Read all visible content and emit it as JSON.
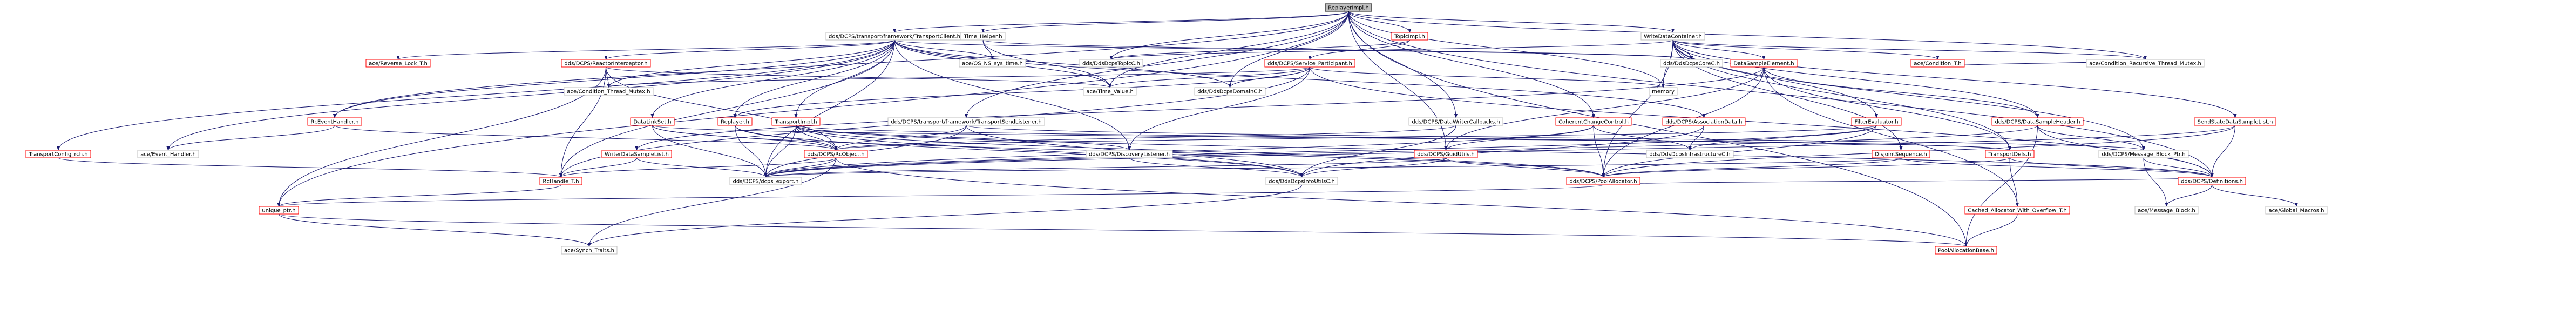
{
  "nodes": [
    {
      "id": "replayerimpl_h",
      "label": "ReplayerImpl.h",
      "style": "root"
    },
    {
      "id": "transportclient_h",
      "label": "dds/DCPS/transport/framework/TransportClient.h",
      "style": "plain"
    },
    {
      "id": "time_helper_h",
      "label": "Time_Helper.h",
      "style": "plain"
    },
    {
      "id": "topicimpl_h",
      "label": "TopicImpl.h",
      "style": "red"
    },
    {
      "id": "writedatacontainer_h",
      "label": "WriteDataContainer.h",
      "style": "plain"
    },
    {
      "id": "reverse_lock_t_h",
      "label": "ace/Reverse_Lock_T.h",
      "style": "red"
    },
    {
      "id": "reactorinterceptor_h",
      "label": "dds/DCPS/ReactorInterceptor.h",
      "style": "red"
    },
    {
      "id": "os_ns_sys_time_h",
      "label": "ace/OS_NS_sys_time.h",
      "style": "plain"
    },
    {
      "id": "ddsdcpstopicc_h",
      "label": "dds/DdsDcpsTopicC.h",
      "style": "plain"
    },
    {
      "id": "service_participant_h",
      "label": "dds/DCPS/Service_Participant.h",
      "style": "red"
    },
    {
      "id": "ddsdcpscorec_h",
      "label": "dds/DdsDcpsCoreC.h",
      "style": "plain"
    },
    {
      "id": "datasampleelement_h",
      "label": "DataSampleElement.h",
      "style": "red"
    },
    {
      "id": "ace_condition_t_h",
      "label": "ace/Condition_T.h",
      "style": "red"
    },
    {
      "id": "cond_recursive_thread_mutex_h",
      "label": "ace/Condition_Recursive_Thread_Mutex.h",
      "style": "plain"
    },
    {
      "id": "transportconfig_rch_h",
      "label": "TransportConfig_rch.h",
      "style": "red"
    },
    {
      "id": "rceventhandler_h",
      "label": "RcEventHandler.h",
      "style": "red"
    },
    {
      "id": "condition_thread_mutex_h",
      "label": "ace/Condition_Thread_Mutex.h",
      "style": "plain"
    },
    {
      "id": "datalinkset_h",
      "label": "DataLinkSet.h",
      "style": "red"
    },
    {
      "id": "replayer_h",
      "label": "Replayer.h",
      "style": "red"
    },
    {
      "id": "transportimpl_h",
      "label": "TransportImpl.h",
      "style": "red"
    },
    {
      "id": "transportsendlistener_h",
      "label": "dds/DCPS/transport/framework/TransportSendListener.h",
      "style": "plain"
    },
    {
      "id": "ddsdcpsdomainc_h",
      "label": "dds/DdsDcpsDomainC.h",
      "style": "plain"
    },
    {
      "id": "time_value_h",
      "label": "ace/Time_Value.h",
      "style": "plain"
    },
    {
      "id": "datawritercallbacks_h",
      "label": "dds/DCPS/DataWriterCallbacks.h",
      "style": "plain"
    },
    {
      "id": "coherentchangecontrol_h",
      "label": "CoherentChangeControl.h",
      "style": "red"
    },
    {
      "id": "associationdata_h",
      "label": "dds/DCPS/AssociationData.h",
      "style": "red"
    },
    {
      "id": "memory",
      "label": "memory",
      "style": "plain"
    },
    {
      "id": "filterevaluator_h",
      "label": "FilterEvaluator.h",
      "style": "red"
    },
    {
      "id": "datasampleheader_h",
      "label": "dds/DCPS/DataSampleHeader.h",
      "style": "red"
    },
    {
      "id": "sendstatedatasamplelist_h",
      "label": "SendStateDataSampleList.h",
      "style": "red"
    },
    {
      "id": "event_handler_h",
      "label": "ace/Event_Handler.h",
      "style": "plain"
    },
    {
      "id": "writerdatasamplelist_h",
      "label": "WriterDataSampleList.h",
      "style": "red"
    },
    {
      "id": "rcobject_h",
      "label": "dds/DCPS/RcObject.h",
      "style": "red"
    },
    {
      "id": "discoverylistener_h",
      "label": "dds/DCPS/DiscoveryListener.h",
      "style": "plain"
    },
    {
      "id": "guidutils_h",
      "label": "dds/DCPS/GuidUtils.h",
      "style": "red"
    },
    {
      "id": "ddsdcpsinfrastructurec_h",
      "label": "dds/DdsDcpsInfrastructureC.h",
      "style": "plain"
    },
    {
      "id": "disjointsequence_h",
      "label": "DisjointSequence.h",
      "style": "red"
    },
    {
      "id": "transportdefs_h",
      "label": "TransportDefs.h",
      "style": "red"
    },
    {
      "id": "message_block_ptr_h",
      "label": "dds/DCPS/Message_Block_Ptr.h",
      "style": "plain"
    },
    {
      "id": "rchandle_t_h",
      "label": "RcHandle_T.h",
      "style": "red"
    },
    {
      "id": "dcps_export_h",
      "label": "dds/DCPS/dcps_export.h",
      "style": "plain"
    },
    {
      "id": "ddsdcpsinfoutilsc_h",
      "label": "dds/DdsDcpsInfoUtilsC.h",
      "style": "plain"
    },
    {
      "id": "poolallocator_h",
      "label": "dds/DCPS/PoolAllocator.h",
      "style": "red"
    },
    {
      "id": "definitions_h",
      "label": "dds/DCPS/Definitions.h",
      "style": "red"
    },
    {
      "id": "unique_ptr_h",
      "label": "unique_ptr.h",
      "style": "red"
    },
    {
      "id": "cached_allocator_h",
      "label": "Cached_Allocator_With_Overflow_T.h",
      "style": "red"
    },
    {
      "id": "message_block_h",
      "label": "ace/Message_Block.h",
      "style": "plain"
    },
    {
      "id": "global_macros_h",
      "label": "ace/Global_Macros.h",
      "style": "plain"
    },
    {
      "id": "synch_traits_h",
      "label": "ace/Synch_Traits.h",
      "style": "plain"
    },
    {
      "id": "poolallocationbase_h",
      "label": "PoolAllocationBase.h",
      "style": "red"
    }
  ],
  "edges": [
    [
      "replayerimpl_h",
      "transportclient_h"
    ],
    [
      "replayerimpl_h",
      "time_helper_h"
    ],
    [
      "replayerimpl_h",
      "topicimpl_h"
    ],
    [
      "replayerimpl_h",
      "writedatacontainer_h"
    ],
    [
      "replayerimpl_h",
      "ddsdcpstopicc_h"
    ],
    [
      "replayerimpl_h",
      "ddsdcpsdomainc_h"
    ],
    [
      "replayerimpl_h",
      "time_value_h"
    ],
    [
      "replayerimpl_h",
      "datawritercallbacks_h"
    ],
    [
      "replayerimpl_h",
      "coherentchangecontrol_h"
    ],
    [
      "replayerimpl_h",
      "memory"
    ],
    [
      "replayerimpl_h",
      "cond_recursive_thread_mutex_h"
    ],
    [
      "replayerimpl_h",
      "transportsendlistener_h"
    ],
    [
      "replayerimpl_h",
      "guidutils_h"
    ],
    [
      "replayerimpl_h",
      "unique_ptr_h"
    ],
    [
      "replayerimpl_h",
      "definitions_h"
    ],
    [
      "replayerimpl_h",
      "poolallocationbase_h"
    ],
    [
      "replayerimpl_h",
      "rceventhandler_h"
    ],
    [
      "transportclient_h",
      "reverse_lock_t_h"
    ],
    [
      "transportclient_h",
      "reactorinterceptor_h"
    ],
    [
      "transportclient_h",
      "transportconfig_rch_h"
    ],
    [
      "transportclient_h",
      "rceventhandler_h"
    ],
    [
      "transportclient_h",
      "datalinkset_h"
    ],
    [
      "transportclient_h",
      "replayer_h"
    ],
    [
      "transportclient_h",
      "transportimpl_h"
    ],
    [
      "transportclient_h",
      "time_value_h"
    ],
    [
      "transportclient_h",
      "event_handler_h"
    ],
    [
      "transportclient_h",
      "associationdata_h"
    ],
    [
      "transportclient_h",
      "ddsdcpsdomainc_h"
    ],
    [
      "transportclient_h",
      "condition_thread_mutex_h"
    ],
    [
      "transportclient_h",
      "os_ns_sys_time_h"
    ],
    [
      "transportclient_h",
      "discoverylistener_h"
    ],
    [
      "transportclient_h",
      "ddsdcpscorec_h"
    ],
    [
      "transportclient_h",
      "rchandle_t_h"
    ],
    [
      "transportclient_h",
      "dcps_export_h"
    ],
    [
      "time_helper_h",
      "os_ns_sys_time_h"
    ],
    [
      "time_helper_h",
      "ddsdcpscorec_h"
    ],
    [
      "time_helper_h",
      "time_value_h"
    ],
    [
      "topicimpl_h",
      "ddsdcpstopicc_h"
    ],
    [
      "topicimpl_h",
      "service_participant_h"
    ],
    [
      "writedatacontainer_h",
      "datasampleelement_h"
    ],
    [
      "writedatacontainer_h",
      "ace_condition_t_h"
    ],
    [
      "writedatacontainer_h",
      "cond_recursive_thread_mutex_h"
    ],
    [
      "writedatacontainer_h",
      "ddsdcpscorec_h"
    ],
    [
      "writedatacontainer_h",
      "memory"
    ],
    [
      "writedatacontainer_h",
      "disjointsequence_h"
    ],
    [
      "writedatacontainer_h",
      "datasampleheader_h"
    ],
    [
      "writedatacontainer_h",
      "sendstatedatasamplelist_h"
    ],
    [
      "writedatacontainer_h",
      "filterevaluator_h"
    ],
    [
      "writedatacontainer_h",
      "transportdefs_h"
    ],
    [
      "writedatacontainer_h",
      "poolallocator_h"
    ],
    [
      "writedatacontainer_h",
      "message_block_ptr_h"
    ],
    [
      "writedatacontainer_h",
      "ddsdcpstopicc_h"
    ],
    [
      "service_participant_h",
      "ddsdcpsdomainc_h"
    ],
    [
      "service_participant_h",
      "time_value_h"
    ],
    [
      "service_participant_h",
      "condition_thread_mutex_h"
    ],
    [
      "service_participant_h",
      "memory"
    ],
    [
      "service_participant_h",
      "definitions_h"
    ],
    [
      "service_participant_h",
      "rchandle_t_h"
    ],
    [
      "service_participant_h",
      "discoverylistener_h"
    ],
    [
      "service_participant_h",
      "replayer_h"
    ],
    [
      "datasampleelement_h",
      "datasampleheader_h"
    ],
    [
      "datasampleelement_h",
      "transportdefs_h"
    ],
    [
      "datasampleelement_h",
      "poolallocator_h"
    ],
    [
      "datasampleelement_h",
      "guidutils_h"
    ],
    [
      "datasampleelement_h",
      "cached_allocator_h"
    ],
    [
      "datasampleelement_h",
      "writerdatasamplelist_h"
    ],
    [
      "ace_condition_t_h",
      "cond_recursive_thread_mutex_h"
    ],
    [
      "reactorinterceptor_h",
      "rcobject_h"
    ],
    [
      "reactorinterceptor_h",
      "condition_thread_mutex_h"
    ],
    [
      "reactorinterceptor_h",
      "rchandle_t_h"
    ],
    [
      "reactorinterceptor_h",
      "unique_ptr_h"
    ],
    [
      "reactorinterceptor_h",
      "time_value_h"
    ],
    [
      "transportconfig_rch_h",
      "rchandle_t_h"
    ],
    [
      "rceventhandler_h",
      "event_handler_h"
    ],
    [
      "rceventhandler_h",
      "rcobject_h"
    ],
    [
      "datalinkset_h",
      "rcobject_h"
    ],
    [
      "datalinkset_h",
      "transportdefs_h"
    ],
    [
      "datalinkset_h",
      "poolallocator_h"
    ],
    [
      "datalinkset_h",
      "dcps_export_h"
    ],
    [
      "replayer_h",
      "rcobject_h"
    ],
    [
      "replayer_h",
      "dcps_export_h"
    ],
    [
      "replayer_h",
      "ddsdcpsinfoutilsc_h"
    ],
    [
      "transportimpl_h",
      "rcobject_h"
    ],
    [
      "transportimpl_h",
      "transportdefs_h"
    ],
    [
      "transportimpl_h",
      "poolallocator_h"
    ],
    [
      "transportimpl_h",
      "discoverylistener_h"
    ],
    [
      "transportimpl_h",
      "ddsdcpsinfoutilsc_h"
    ],
    [
      "transportimpl_h",
      "dcps_export_h"
    ],
    [
      "transportimpl_h",
      "definitions_h"
    ],
    [
      "transportsendlistener_h",
      "ddsdcpsinfoutilsc_h"
    ],
    [
      "transportsendlistener_h",
      "rcobject_h"
    ],
    [
      "transportsendlistener_h",
      "dcps_export_h"
    ],
    [
      "transportsendlistener_h",
      "message_block_ptr_h"
    ],
    [
      "datawritercallbacks_h",
      "ddsdcpsinfoutilsc_h"
    ],
    [
      "datawritercallbacks_h",
      "rcobject_h"
    ],
    [
      "coherentchangecontrol_h",
      "guidutils_h"
    ],
    [
      "coherentchangecontrol_h",
      "poolallocator_h"
    ],
    [
      "coherentchangecontrol_h",
      "ddsdcpsinfrastructurec_h"
    ],
    [
      "coherentchangecontrol_h",
      "dcps_export_h"
    ],
    [
      "associationdata_h",
      "ddsdcpsinfoutilsc_h"
    ],
    [
      "associationdata_h",
      "ddsdcpsinfrastructurec_h"
    ],
    [
      "filterevaluator_h",
      "ddsdcpsinfrastructurec_h"
    ],
    [
      "filterevaluator_h",
      "rcobject_h"
    ],
    [
      "filterevaluator_h",
      "poolallocator_h"
    ],
    [
      "filterevaluator_h",
      "dcps_export_h"
    ],
    [
      "datasampleheader_h",
      "definitions_h"
    ],
    [
      "datasampleheader_h",
      "message_block_ptr_h"
    ],
    [
      "datasampleheader_h",
      "poolallocationbase_h"
    ],
    [
      "datasampleheader_h",
      "dcps_export_h"
    ],
    [
      "sendstatedatasamplelist_h",
      "definitions_h"
    ],
    [
      "sendstatedatasamplelist_h",
      "poolallocator_h"
    ],
    [
      "sendstatedatasamplelist_h",
      "dcps_export_h"
    ],
    [
      "writerdatasamplelist_h",
      "dcps_export_h"
    ],
    [
      "writerdatasamplelist_h",
      "rchandle_t_h"
    ],
    [
      "rcobject_h",
      "synch_traits_h"
    ],
    [
      "rcobject_h",
      "rchandle_t_h"
    ],
    [
      "rcobject_h",
      "poolallocationbase_h"
    ],
    [
      "rcobject_h",
      "dcps_export_h"
    ],
    [
      "discoverylistener_h",
      "ddsdcpsinfoutilsc_h"
    ],
    [
      "guidutils_h",
      "ddsdcpsinfoutilsc_h"
    ],
    [
      "guidutils_h",
      "dcps_export_h"
    ],
    [
      "guidutils_h",
      "poolallocator_h"
    ],
    [
      "disjointsequence_h",
      "definitions_h"
    ],
    [
      "disjointsequence_h",
      "poolallocator_h"
    ],
    [
      "disjointsequence_h",
      "dcps_export_h"
    ],
    [
      "transportdefs_h",
      "definitions_h"
    ],
    [
      "transportdefs_h",
      "cached_allocator_h"
    ],
    [
      "transportdefs_h",
      "poolallocator_h"
    ],
    [
      "message_block_ptr_h",
      "definitions_h"
    ],
    [
      "message_block_ptr_h",
      "message_block_h"
    ],
    [
      "rchandle_t_h",
      "unique_ptr_h"
    ],
    [
      "poolallocator_h",
      "definitions_h"
    ],
    [
      "poolallocator_h",
      "unique_ptr_h"
    ],
    [
      "definitions_h",
      "message_block_h"
    ],
    [
      "definitions_h",
      "global_macros_h"
    ],
    [
      "unique_ptr_h",
      "synch_traits_h"
    ],
    [
      "unique_ptr_h",
      "poolallocationbase_h"
    ],
    [
      "cached_allocator_h",
      "poolallocationbase_h"
    ],
    [
      "ddsdcpsinfoutilsc_h",
      "synch_traits_h"
    ]
  ]
}
